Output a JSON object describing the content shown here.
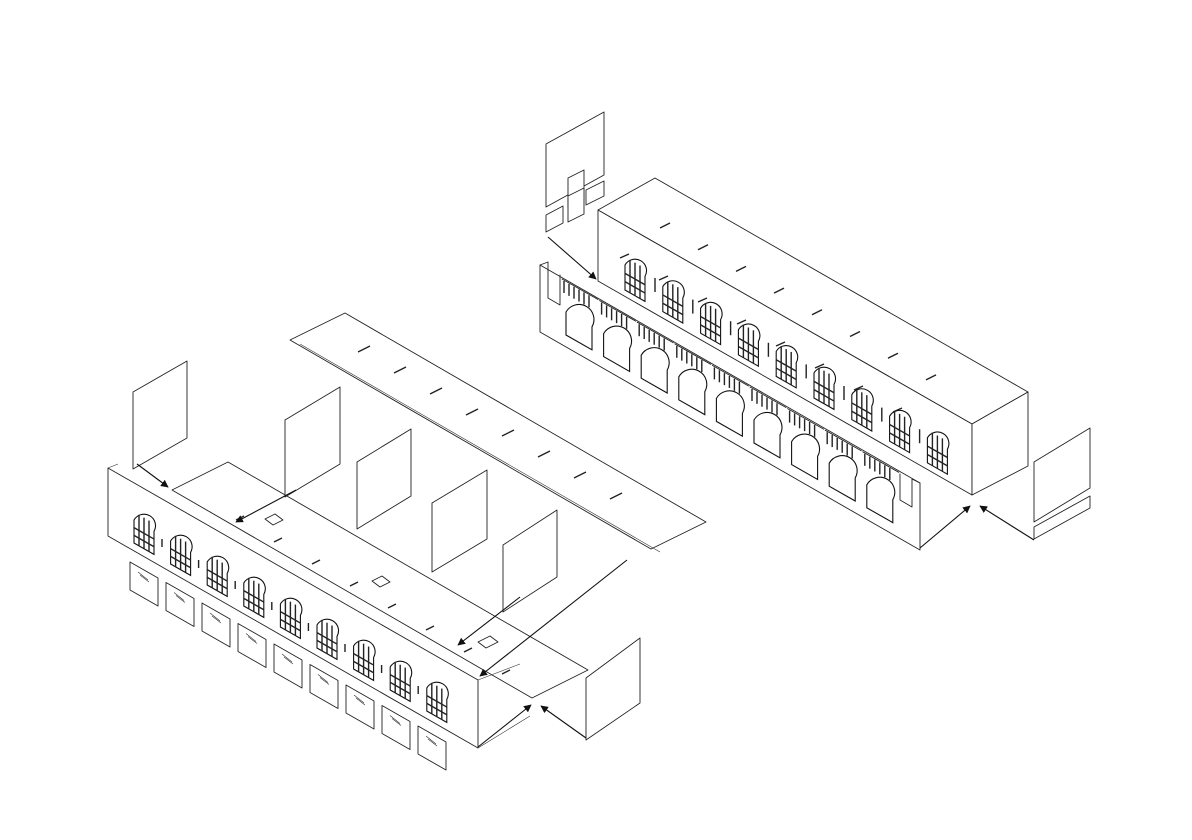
{
  "colors": {
    "line": "#222222",
    "background": "#ffffff"
  },
  "assemblies": [
    {
      "name": "left-assembly",
      "parts": [
        "front-wall",
        "floor-panel",
        "partition-walls",
        "end-wall-left",
        "end-wall-right",
        "window-glazing-panes"
      ],
      "window_count": 9,
      "partition_count": 4,
      "glazing_pane_count": 9
    },
    {
      "name": "right-assembly",
      "parts": [
        "upper-wall",
        "arcade-lower-wall",
        "end-wall-right",
        "small-parts-left",
        "small-parts-right"
      ],
      "window_count": 9,
      "arch_count": 9
    }
  ]
}
